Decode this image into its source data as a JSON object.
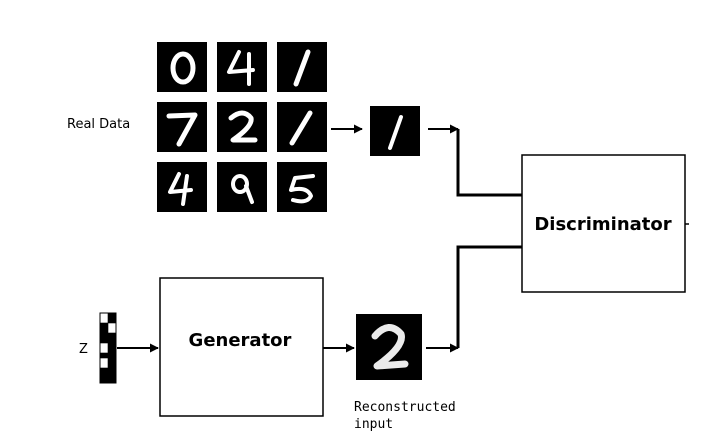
{
  "labels": {
    "real_data": "Real Data",
    "z": "Z",
    "generator": "Generator",
    "discriminator": "Discriminator",
    "reconstructed_line1": "Reconstructed",
    "reconstructed_line2": "input"
  },
  "colors": {
    "line": "#000000",
    "tile_background": "#000000",
    "digit_stroke": "#ffffff",
    "box_fill": "#ffffff"
  },
  "mnist_grid": {
    "digits": [
      "0",
      "4",
      "1",
      "7",
      "2",
      "1",
      "4",
      "9",
      "5"
    ]
  },
  "real_sample_digit": "1",
  "generated_sample_digit": "2",
  "noise_vector": [
    0,
    1,
    1,
    0,
    1,
    1,
    0
  ]
}
